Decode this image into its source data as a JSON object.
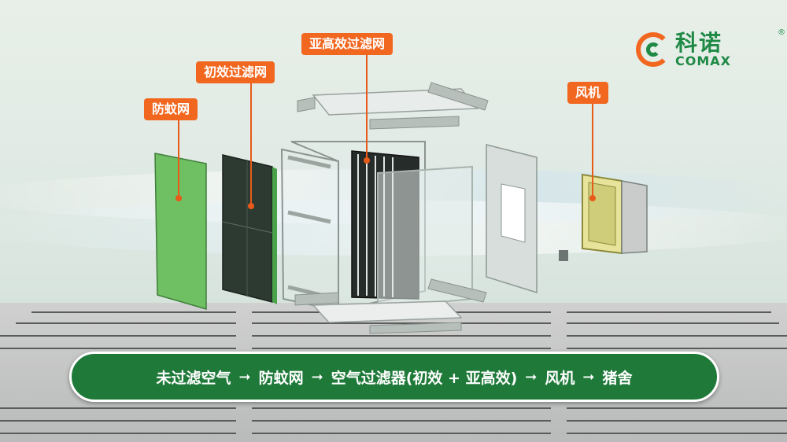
{
  "logo": {
    "cn": "科诺",
    "en": "COMAX",
    "reg": "®"
  },
  "labels": {
    "mosquito_net": "防蚊网",
    "primary_filter": "初效过滤网",
    "sub_hepa_filter": "亚高效过滤网",
    "fan": "风机"
  },
  "flow": {
    "step1": "未过滤空气",
    "step2": "防蚊网",
    "step3": "空气过滤器(初效 + 亚高效)",
    "step4": "风机",
    "step5": "猪舍",
    "arrow": "➞"
  },
  "colors": {
    "tag": "#f2671f",
    "brand_green": "#1f8a45",
    "banner": "#1f7a3a"
  }
}
